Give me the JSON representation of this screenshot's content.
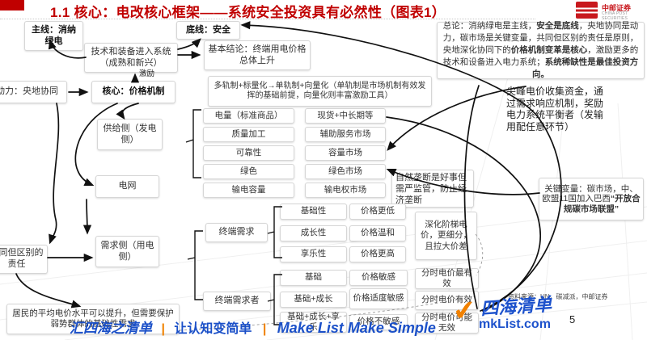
{
  "header": {
    "title": "1.1 核心：电改核心框架——系统安全投资具有必然性（图表1）",
    "logo_cn": "中邮证券",
    "logo_en": "CHINA POST SECURITIES"
  },
  "summary": {
    "s1": "总论：消纳绿电是主线，",
    "s2": "安全是底线",
    "s3": "，央地协同是动力，碳市场是关键变量，共同但区别的责任是原则，央地深化协同下的",
    "s4": "价格机制变革是核心",
    "s5": "，激励更多的技术和设备进入电力系统；",
    "s6": "系统稀缺性是最佳投资方向。"
  },
  "nodes": {
    "zhuxian": "主线：消纳绿电",
    "dixian": "底线：安全",
    "jishu": "技术和装备进入系统（成熟和新兴）",
    "jiben": "基本结论：终端用电价格总体上升",
    "dongli": "动力：央地协同",
    "hexin": "核心：价格机制",
    "duogui": "多轨制+标量化→单轨制+向量化（单轨制是市场机制有效发挥的基础前提，向量化则丰富激励工具）",
    "gongji": "供给侧（发电侧）",
    "dianwang": "电网",
    "xuqiu": "需求侧（用电侧）",
    "gongtong": "共同但区别的责任",
    "zhongduan_xuqiu": "终端需求",
    "zhongduan_xuqiuzhe": "终端需求者",
    "juming": "居民的平均电价水平可以提升，但需要保护弱势群体的基础性需求"
  },
  "labels": {
    "jili": "激励"
  },
  "supply_attrs": [
    "电量（标准商品）",
    "质量加工",
    "可靠性",
    "绿色",
    "输电容量"
  ],
  "markets": [
    "现货+中长期等",
    "辅助服务市场",
    "容量市场",
    "绿色市场",
    "输电权市场"
  ],
  "notes": {
    "ziran": "自然垄断是好事但需严监管，防止经济垄断",
    "jianfeng": "尖峰电价收集资金，通过需求响应机制，奖励电力系统平衡者（发输用配任意环节）",
    "shenhua": "深化阶梯电价，更细分，且拉大价差",
    "guanjian_a": "关键变量：碳市场，中、欧盟11国加入巴西",
    "guanjian_b": "“开放合规碳市场联盟”"
  },
  "demand_rows": [
    {
      "attr": "基础性",
      "price": "价格更低"
    },
    {
      "attr": "成长性",
      "price": "价格温和"
    },
    {
      "attr": "享乐性",
      "price": "价格更高"
    }
  ],
  "consumer_rows": [
    {
      "attr": "基础",
      "price": "价格敏感",
      "tou": "分时电价最有效"
    },
    {
      "attr": "基础+成长",
      "price": "价格适度敏感",
      "tou": "分时电价有效"
    },
    {
      "attr": "基础+成长+享乐",
      "price": "价格不敏感",
      "tou": "分时电价可能无效"
    }
  ],
  "footer": {
    "source": "资料来源：UN，碳减派，中邮证券",
    "page": "5"
  },
  "watermark": {
    "p1": "汇四海之清单",
    "sep1": "|",
    "p2": "让认知变简单",
    "sep2": "|",
    "p3": "Make List Make Simple",
    "brand": "四海清单",
    "site": "mkList.com",
    "check": "✔"
  },
  "colors": {
    "accent": "#c00000",
    "wm_blue": "#1b50c8",
    "wm_orange": "#f08300"
  }
}
